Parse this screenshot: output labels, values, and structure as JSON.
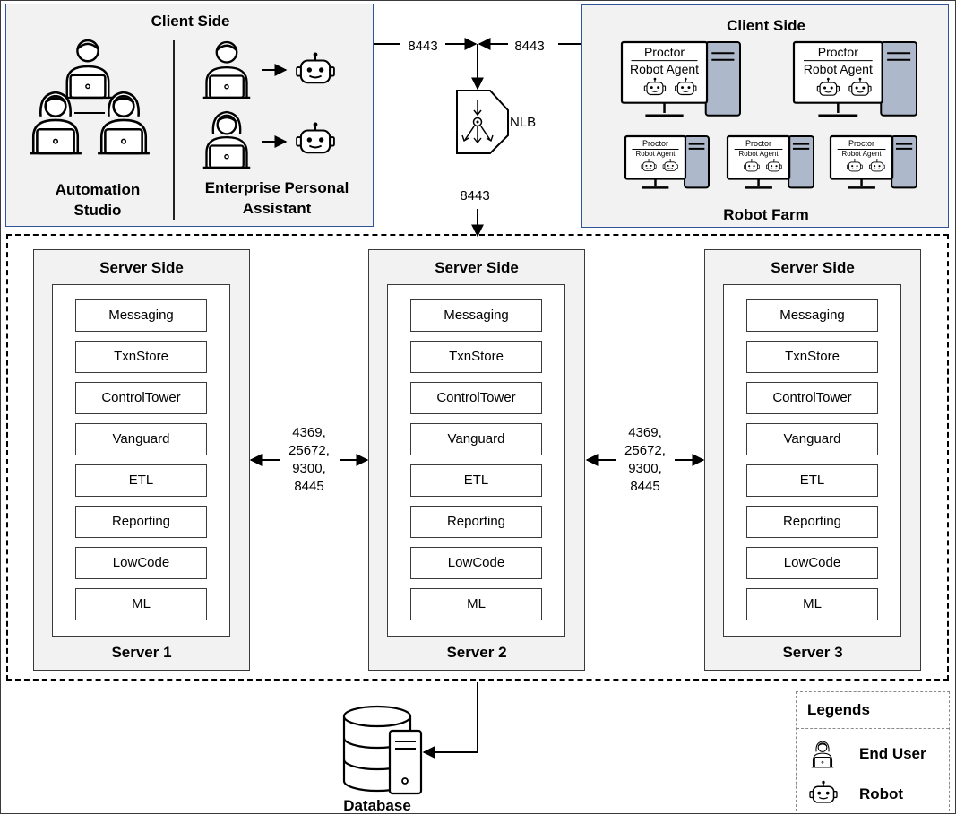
{
  "client_left": {
    "title": "Client Side",
    "automation_studio": "Automation Studio",
    "automation_studio_line1": "Automation",
    "automation_studio_line2": "Studio",
    "epa_line1": "Enterprise Personal",
    "epa_line2": "Assistant"
  },
  "client_right": {
    "title": "Client Side",
    "robot_farm": "Robot Farm",
    "proctor": "Proctor",
    "robot_agent": "Robot Agent"
  },
  "ports": {
    "client_left": "8443",
    "client_right": "8443",
    "nlb_down": "8443",
    "nlb_label": "NLB",
    "between_servers_1_2": [
      "4369,",
      "25672,",
      "9300,",
      "8445"
    ],
    "between_servers_2_3": [
      "4369,",
      "25672,",
      "9300,",
      "8445"
    ]
  },
  "servers": [
    {
      "title": "Server Side",
      "name": "Server 1"
    },
    {
      "title": "Server Side",
      "name": "Server 2"
    },
    {
      "title": "Server Side",
      "name": "Server 3"
    }
  ],
  "services": [
    "Messaging",
    "TxnStore",
    "ControlTower",
    "Vanguard",
    "ETL",
    "Reporting",
    "LowCode",
    "ML"
  ],
  "database": {
    "label": "Database"
  },
  "legend": {
    "title": "Legends",
    "end_user": "End User",
    "robot": "Robot",
    "end_user_icon": "end-user-icon",
    "robot_icon": "robot-icon"
  },
  "colors": {
    "client_border": "#2f5597",
    "client_fill": "#f2f2f2",
    "server_fill": "#f2f2f2",
    "tower_fill": "#adb9ca"
  }
}
